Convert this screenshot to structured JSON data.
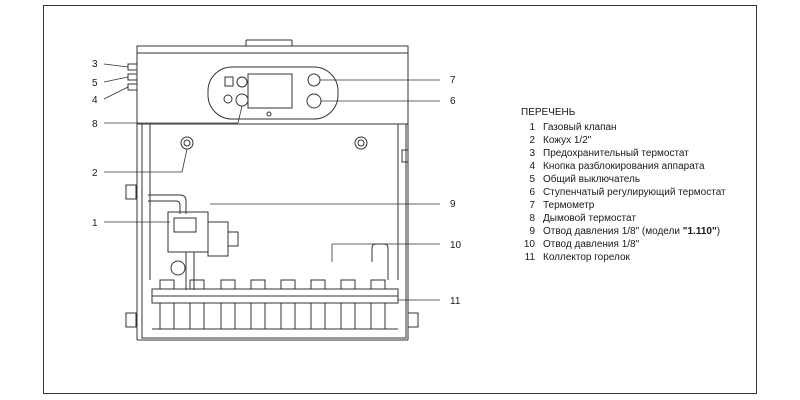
{
  "legend": {
    "title": "ПЕРЕЧЕНЬ",
    "items": [
      {
        "num": "1",
        "text": "Газовый клапан"
      },
      {
        "num": "2",
        "text": "Кожух 1/2\""
      },
      {
        "num": "3",
        "text": "Предохранительный термостат"
      },
      {
        "num": "4",
        "text": "Кнопка разблокирования аппарата"
      },
      {
        "num": "5",
        "text": "Общий выключатель"
      },
      {
        "num": "6",
        "text": "Ступенчатый регулирующий термостат"
      },
      {
        "num": "7",
        "text": "Термометр"
      },
      {
        "num": "8",
        "text": "Дымовой термостат"
      },
      {
        "num": "9",
        "text": "Отвод давления 1/8\" (модели ",
        "bold": "\"1.110\"",
        "after": ")"
      },
      {
        "num": "10",
        "text": "Отвод давления 1/8\""
      },
      {
        "num": "11",
        "text": "Коллектор горелок"
      }
    ]
  },
  "callouts": {
    "c1": "1",
    "c2": "2",
    "c3": "3",
    "c4": "4",
    "c5": "5",
    "c6": "6",
    "c7": "7",
    "c8": "8",
    "c9": "9",
    "c10": "10",
    "c11": "11"
  }
}
